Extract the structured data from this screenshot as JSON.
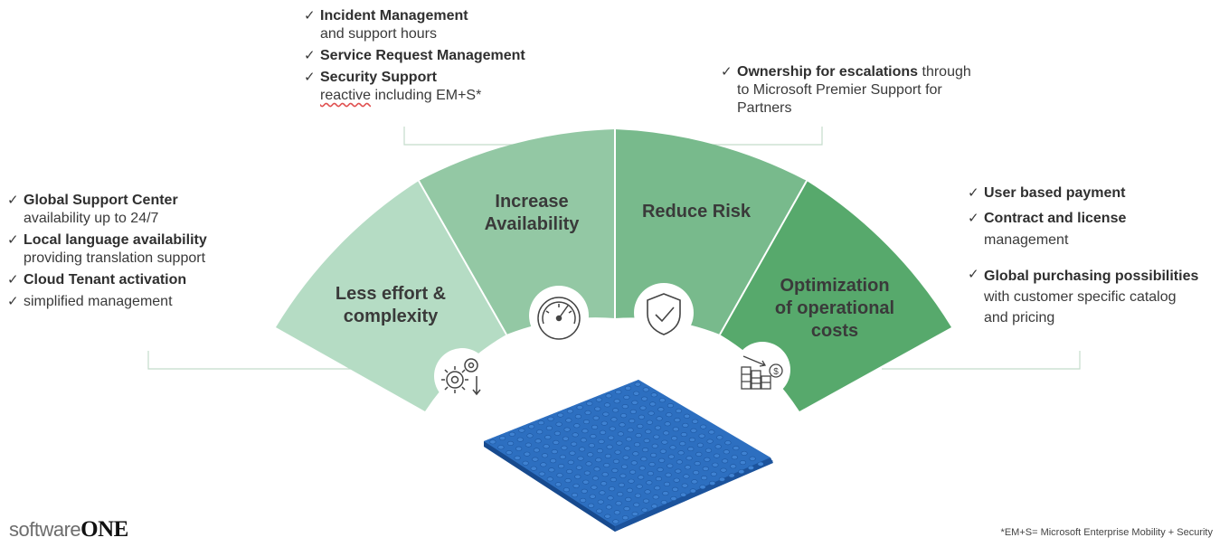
{
  "lists": {
    "left": [
      {
        "bold": "Global Support Center",
        "sub": "availability up to 24/7"
      },
      {
        "bold": "Local language availability",
        "sub": "providing translation support"
      },
      {
        "bold": "Cloud Tenant activation",
        "sub": ""
      },
      {
        "bold": "",
        "sub": "simplified management"
      }
    ],
    "top_center": [
      {
        "bold": "Incident Management",
        "sub": "and support hours"
      },
      {
        "bold": "Service Request Management",
        "sub": ""
      },
      {
        "bold": "Security Support",
        "sub_a": "reactive",
        "sub_b": " including EM+S*"
      }
    ],
    "top_right": {
      "bold": "Ownership for escalations",
      "rest": " through",
      "line2": "to Microsoft Premier Support for",
      "line3": "Partners"
    },
    "right": [
      {
        "bold": "User based payment",
        "sub": ""
      },
      {
        "bold": "Contract and license",
        "sub": "management"
      },
      {
        "bold": "Global purchasing possibilities",
        "sub": "with customer specific catalog",
        "sub2": "and pricing"
      }
    ]
  },
  "segments": [
    {
      "line1": "Less effort &",
      "line2": "complexity",
      "color": "#b5dcc4",
      "icon": "gears-icon"
    },
    {
      "line1": "Increase",
      "line2": "Availability",
      "color": "#93c8a4",
      "icon": "gauge-icon"
    },
    {
      "line1": "Reduce Risk",
      "line2": "",
      "color": "#78ba8c",
      "icon": "shield-check-icon"
    },
    {
      "line1": "Optimization",
      "line2": "of operational",
      "line3": "costs",
      "color": "#57a96c",
      "icon": "cost-reduction-icon"
    }
  ],
  "brand": {
    "prefix": "software",
    "suffix": "ONE"
  },
  "footnote": "*EM+S= Microsoft Enterprise Mobility + Security",
  "colors": {
    "baseplate": "#2d6fc0",
    "bracket": "#b9d9c3",
    "text": "#3a3a3a"
  }
}
